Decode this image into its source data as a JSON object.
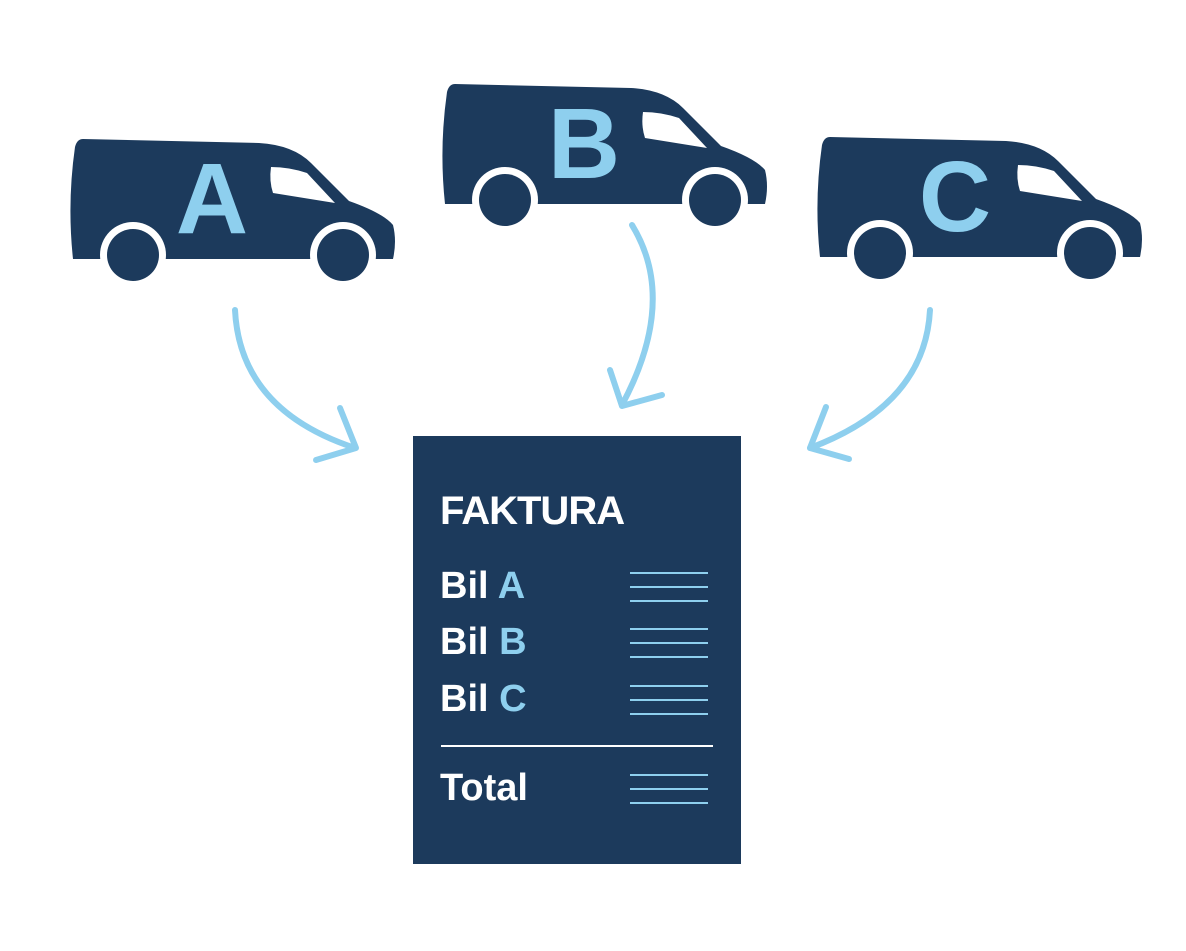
{
  "vans": [
    {
      "letter": "A"
    },
    {
      "letter": "B"
    },
    {
      "letter": "C"
    }
  ],
  "invoice": {
    "title": "FAKTURA",
    "rows": [
      {
        "prefix": "Bil",
        "letter": "A"
      },
      {
        "prefix": "Bil",
        "letter": "B"
      },
      {
        "prefix": "Bil",
        "letter": "C"
      }
    ],
    "total_label": "Total"
  },
  "colors": {
    "navy": "#1c3a5c",
    "light_blue": "#8ecfee",
    "white": "#ffffff"
  },
  "icons": [
    "van-icon",
    "curved-arrow-icon"
  ]
}
